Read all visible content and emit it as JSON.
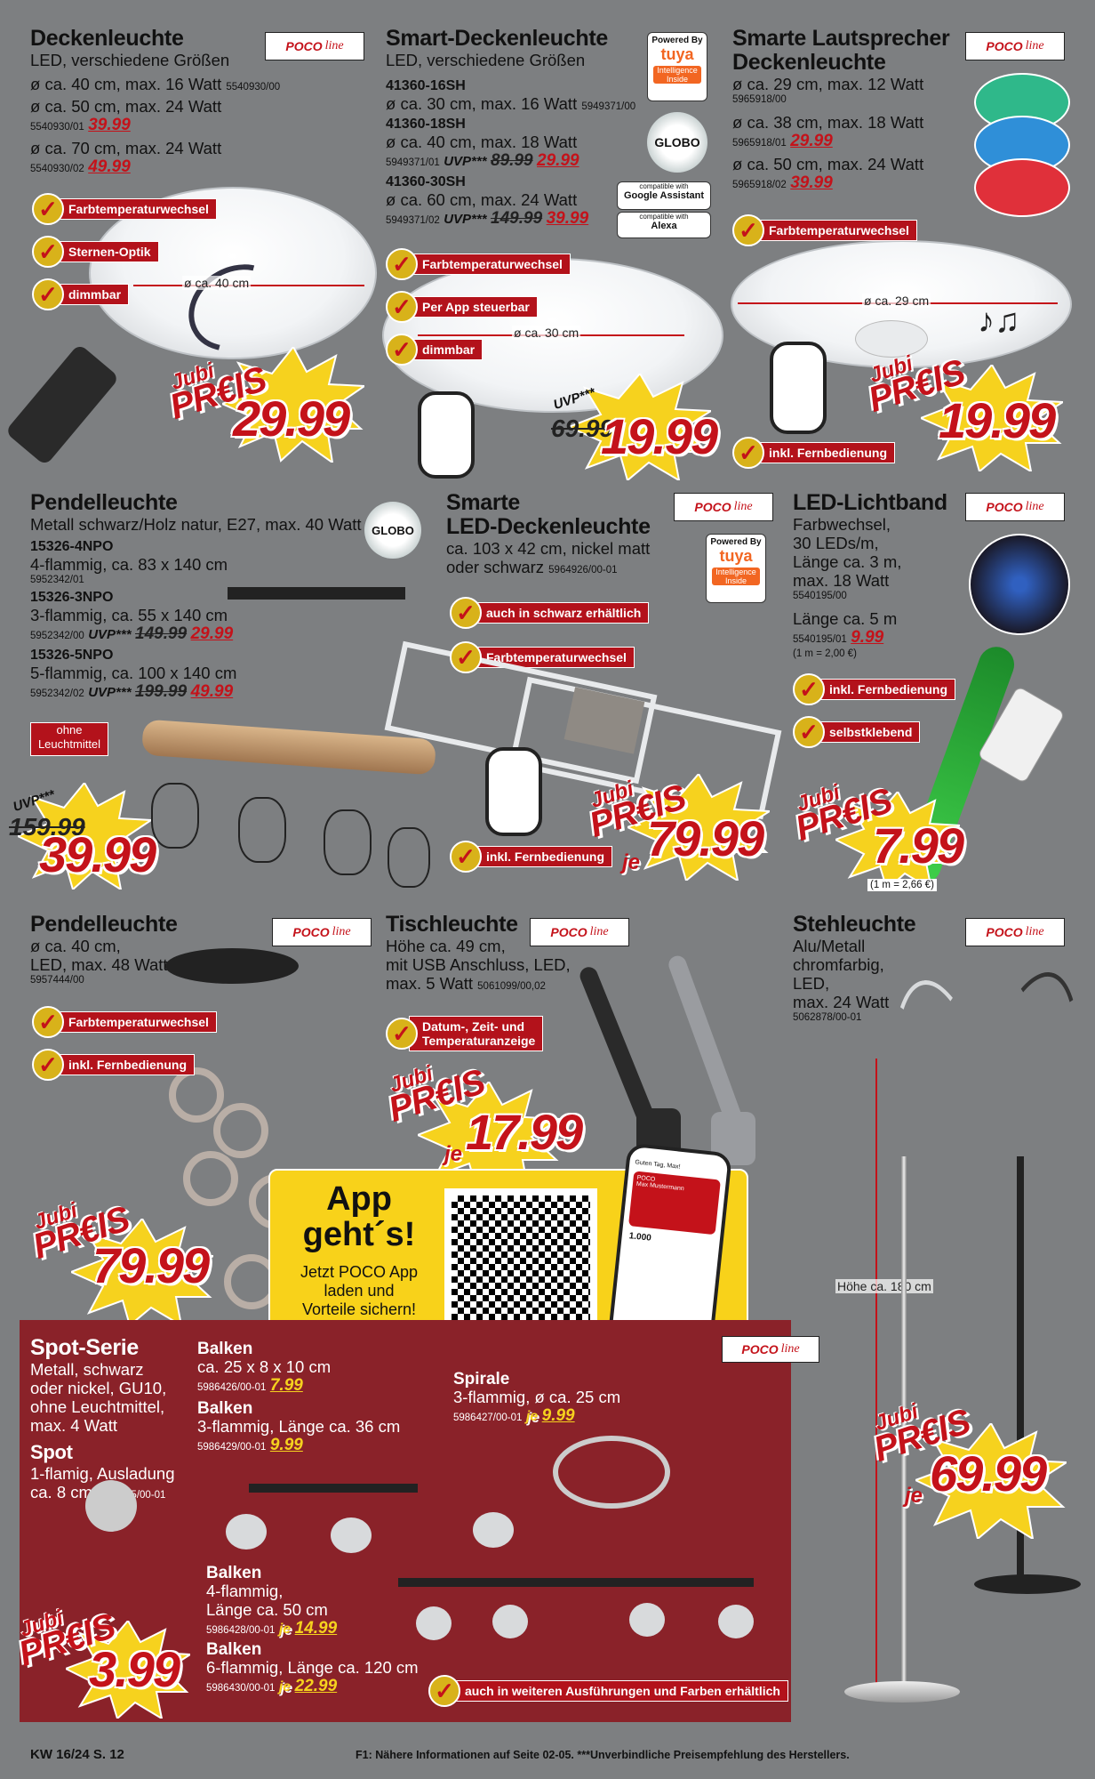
{
  "p1": {
    "title": "Deckenleuchte",
    "subtitle": "LED, verschiedene Größen",
    "l1": "ø ca. 40 cm, max. 16 Watt",
    "a1": "5540930/00",
    "l2": "ø ca. 50 cm, max. 24 Watt",
    "a2": "5540930/01",
    "pr2": "39.99",
    "l3": "ø ca. 70 cm, max. 24 Watt",
    "a3": "5540930/02",
    "pr3": "49.99",
    "f1": "Farbtemperaturwechsel",
    "f2": "Sternen-Optik",
    "f3": "dimmbar",
    "dim": "ø ca. 40 cm",
    "jubi": "Jubi",
    "preis": "PR€IS",
    "big": "29.99"
  },
  "p2": {
    "title": "Smart-Deckenleuchte",
    "subtitle": "LED, verschiedene Größen",
    "m1": "41360-16SH",
    "l1": "ø ca. 30 cm, max. 16 Watt",
    "a1": "5949371/00",
    "m2": "41360-18SH",
    "l2": "ø ca. 40 cm, max. 18 Watt",
    "a2": "5949371/01",
    "uvp2": "UVP***",
    "old2": "89.99",
    "pr2": "29.99",
    "m3": "41360-30SH",
    "l3": "ø ca. 60 cm, max. 24 Watt",
    "a3": "5949371/02",
    "uvp3": "UVP***",
    "old3": "149.99",
    "pr3": "39.99",
    "tuya1": "Powered By",
    "tuya2": "tuya",
    "tuya3": "Intelligence Inside",
    "globo": "GLOBO",
    "ga1": "compatible with",
    "ga2": "Google Assistant",
    "al1": "compatible with",
    "al2": "Alexa",
    "f1": "Farbtemperaturwechsel",
    "f2": "Per App steuerbar",
    "f3": "dimmbar",
    "dim": "ø ca. 30 cm",
    "uvp": "UVP***",
    "old": "69.99",
    "big": "19.99"
  },
  "p3": {
    "title1": "Smarte Lautsprecher",
    "title2": "Deckenleuchte",
    "l1": "ø ca. 29 cm, max. 12 Watt",
    "a1": "5965918/00",
    "l2": "ø ca. 38 cm, max. 18 Watt",
    "a2": "5965918/01",
    "pr2": "29.99",
    "l3": "ø ca. 50 cm, max. 24 Watt",
    "a3": "5965918/02",
    "pr3": "39.99",
    "f1": "Farbtemperaturwechsel",
    "f2": "inkl. Fernbedienung",
    "dim": "ø ca. 29 cm",
    "jubi": "Jubi",
    "preis": "PR€IS",
    "big": "19.99"
  },
  "p4": {
    "title": "Pendelleuchte",
    "subtitle": "Metall schwarz/Holz natur, E27, max. 40 Watt",
    "m1": "15326-4NPO",
    "l1": "4-flammig, ca. 83 x 140 cm",
    "a1": "5952342/01",
    "m2": "15326-3NPO",
    "l2": "3-flammig, ca. 55 x 140 cm",
    "a2": "5952342/00",
    "uvp2": "UVP***",
    "old2": "149.99",
    "pr2": "29.99",
    "m3": "15326-5NPO",
    "l3": "5-flammig, ca. 100 x 140 cm",
    "a3": "5952342/02",
    "uvp3": "UVP***",
    "old3": "199.99",
    "pr3": "49.99",
    "note1": "ohne",
    "note2": "Leuchtmittel",
    "globo": "GLOBO",
    "uvp": "UVP***",
    "old": "159.99",
    "big": "39.99"
  },
  "p5": {
    "title1": "Smarte",
    "title2": "LED-Deckenleuchte",
    "l1": "ca. 103 x 42 cm, nickel matt",
    "l2": "oder schwarz",
    "a2": "5964926/00-01",
    "f1": "auch in schwarz erhältlich",
    "f2": "Farbtemperaturwechsel",
    "f3": "inkl. Fernbedienung",
    "tuya1": "Powered By",
    "tuya2": "tuya",
    "tuya3": "Intelligence Inside",
    "jubi": "Jubi",
    "preis": "PR€IS",
    "je": "je",
    "big": "79.99"
  },
  "p6": {
    "title": "LED-Lichtband",
    "l1": "Farbwechsel,",
    "l2": "30 LEDs/m,",
    "l3": "Länge ca. 3 m,",
    "l4": "max. 18 Watt",
    "a4": "5540195/00",
    "l5": "Länge ca. 5 m",
    "a5": "5540195/01",
    "pr5": "9.99",
    "unit5": "(1 m = 2,00 €)",
    "f1": "inkl. Fernbedienung",
    "f2": "selbstklebend",
    "jubi": "Jubi",
    "preis": "PR€IS",
    "big": "7.99",
    "unit": "(1 m = 2,66 €)"
  },
  "p7": {
    "title": "Pendelleuchte",
    "l1": "ø ca. 40 cm,",
    "l2": "LED, max. 48 Watt",
    "a2": "5957444/00",
    "f1": "Farbtemperaturwechsel",
    "f2": "inkl. Fernbedienung",
    "jubi": "Jubi",
    "preis": "PR€IS",
    "big": "79.99"
  },
  "p8": {
    "title": "Tischleuchte",
    "l1": "Höhe ca. 49 cm,",
    "l2": "mit USB Anschluss, LED,",
    "l3": "max. 5 Watt",
    "a3": "5061099/00,02",
    "f1a": "Datum-, Zeit- und",
    "f1b": "Temperaturanzeige",
    "jubi": "Jubi",
    "preis": "PR€IS",
    "je": "je",
    "big": "17.99"
  },
  "p9": {
    "title": "Stehleuchte",
    "l1": "Alu/Metall",
    "l2": "chromfarbig,",
    "l3": "LED,",
    "l4": "max. 24 Watt",
    "a4": "5062878/00-01",
    "dim": "Höhe ca. 180 cm",
    "jubi": "Jubi",
    "preis": "PR€IS",
    "je": "je",
    "big": "69.99"
  },
  "app": {
    "h1": "App",
    "h2": "geht´s!",
    "t1": "Jetzt POCO App",
    "t2": "laden und",
    "t3": "Vorteile sichern!",
    "phone_greet": "Guten Tag, Max!",
    "phone_card": "POCO",
    "phone_name": "Max Mustermann",
    "phone_points": "1.000"
  },
  "spot": {
    "title": "Spot-Serie",
    "l1": "Metall, schwarz",
    "l2": "oder nickel, GU10,",
    "l3": "ohne Leuchtmittel,",
    "l4": "max. 4 Watt",
    "s_title": "Spot",
    "s1": "1-flamig, Ausladung",
    "s2": "ca. 8 cm",
    "s_art": "5986425/00-01",
    "b1_title": "Balken",
    "b1_l": "ca. 25 x 8 x 10 cm",
    "b1_art": "5986426/00-01",
    "b1_pr": "7.99",
    "b2_title": "Balken",
    "b2_l": "3-flammig, Länge ca. 36 cm",
    "b2_art": "5986429/00-01",
    "b2_pr": "9.99",
    "sp_title": "Spirale",
    "sp_l": "3-flammig, ø ca. 25 cm",
    "sp_art": "5986427/00-01",
    "sp_je": "je",
    "sp_pr": "9.99",
    "b3_title": "Balken",
    "b3_l1": "4-flammig,",
    "b3_l2": "Länge ca. 50 cm",
    "b3_art": "5986428/00-01",
    "b3_je": "je",
    "b3_pr": "14.99",
    "b4_title": "Balken",
    "b4_l": "6-flammig, Länge ca. 120 cm",
    "b4_art": "5986430/00-01",
    "b4_je": "je",
    "b4_pr": "22.99",
    "f1": "auch in weiteren Ausführungen und Farben erhältlich",
    "jubi": "Jubi",
    "preis": "PR€IS",
    "big": "3.99"
  },
  "logo": {
    "poco": "POCO",
    "line": "line"
  },
  "footer": {
    "left": "KW 16/24 S. 12",
    "right": "F1: Nähere Informationen auf Seite 02-05. ***Unverbindliche Preisempfehlung des Herstellers."
  },
  "colors": {
    "accent": "#c4121a",
    "gold": "#d8b21a",
    "bg": "#7d7f81",
    "bottom": "#8a2229",
    "app": "#f8d21a"
  }
}
